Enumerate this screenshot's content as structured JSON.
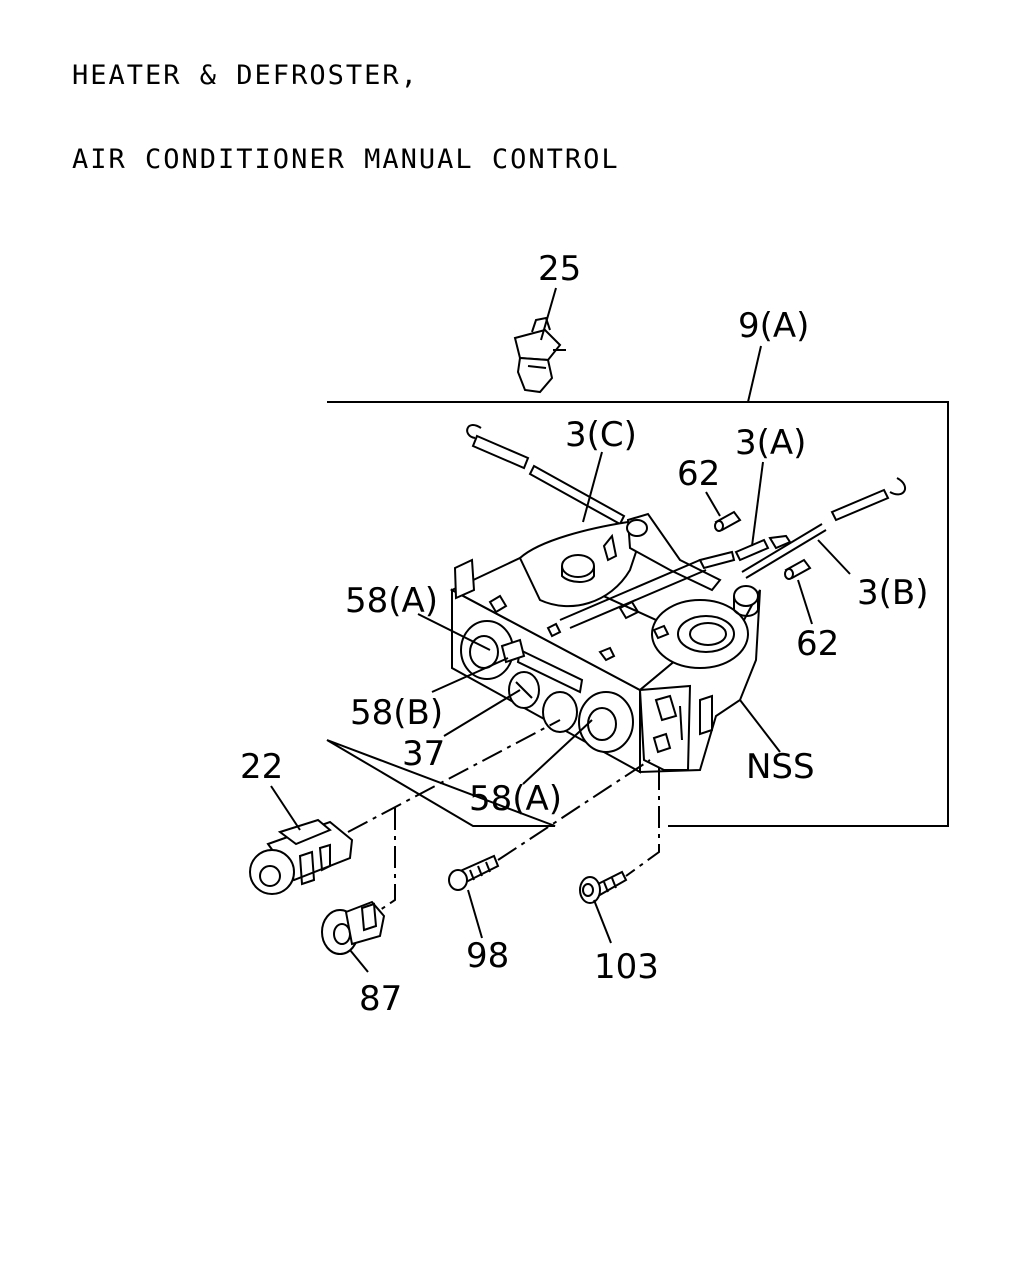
{
  "title": {
    "line1": "HEATER & DEFROSTER,",
    "line2": "AIR CONDITIONER MANUAL CONTROL"
  },
  "callouts": {
    "c25": "25",
    "c9a": "9(A)",
    "c3c": "3(C)",
    "c3a": "3(A)",
    "c62a": "62",
    "c3b": "3(B)",
    "c62b": "62",
    "c58a_top": "58(A)",
    "c58b": "58(B)",
    "c37": "37",
    "c58a_bot": "58(A)",
    "cnss": "NSS",
    "c22": "22",
    "c98": "98",
    "c103": "103",
    "c87": "87"
  }
}
